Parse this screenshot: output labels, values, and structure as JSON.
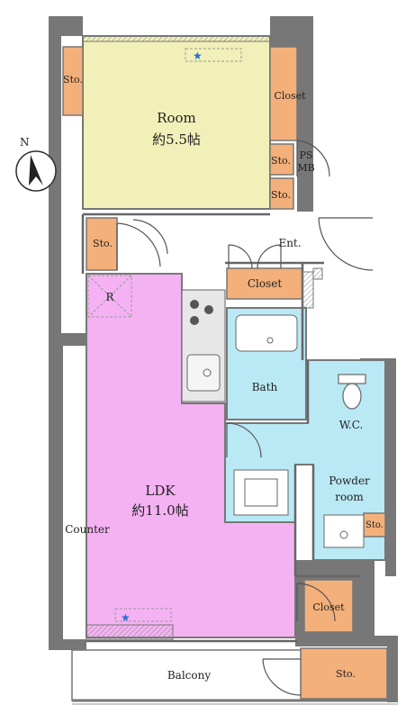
{
  "colors": {
    "wall": "#777777",
    "room": "#f1f0b8",
    "ldk": "#f4b2f3",
    "storage": "#f4b07b",
    "wet": "#b9e9f4",
    "door": "#555555",
    "star": "#1f6fd8"
  },
  "compass": {
    "label": "N"
  },
  "rooms": {
    "room": {
      "name": "Room",
      "area": "約5.5帖"
    },
    "ldk": {
      "name": "LDK",
      "area": "約11.0帖"
    },
    "bath": {
      "name": "Bath"
    },
    "wc": {
      "name": "W.C."
    },
    "powder_line1": "Powder",
    "powder_line2": "room",
    "balcony": "Balcony",
    "entrance": "Ent.",
    "counter": "Counter",
    "refrigerator": "R",
    "ps": "PS",
    "mb": "MB"
  },
  "storage_labels": {
    "sto_room_left": "Sto.",
    "closet_room": "Closet",
    "sto_ps_1": "Sto.",
    "sto_ps_2": "Sto.",
    "sto_hall": "Sto.",
    "closet_entrance": "Closet",
    "sto_powder": "Sto.",
    "closet_bottom": "Closet",
    "sto_balcony": "Sto."
  }
}
